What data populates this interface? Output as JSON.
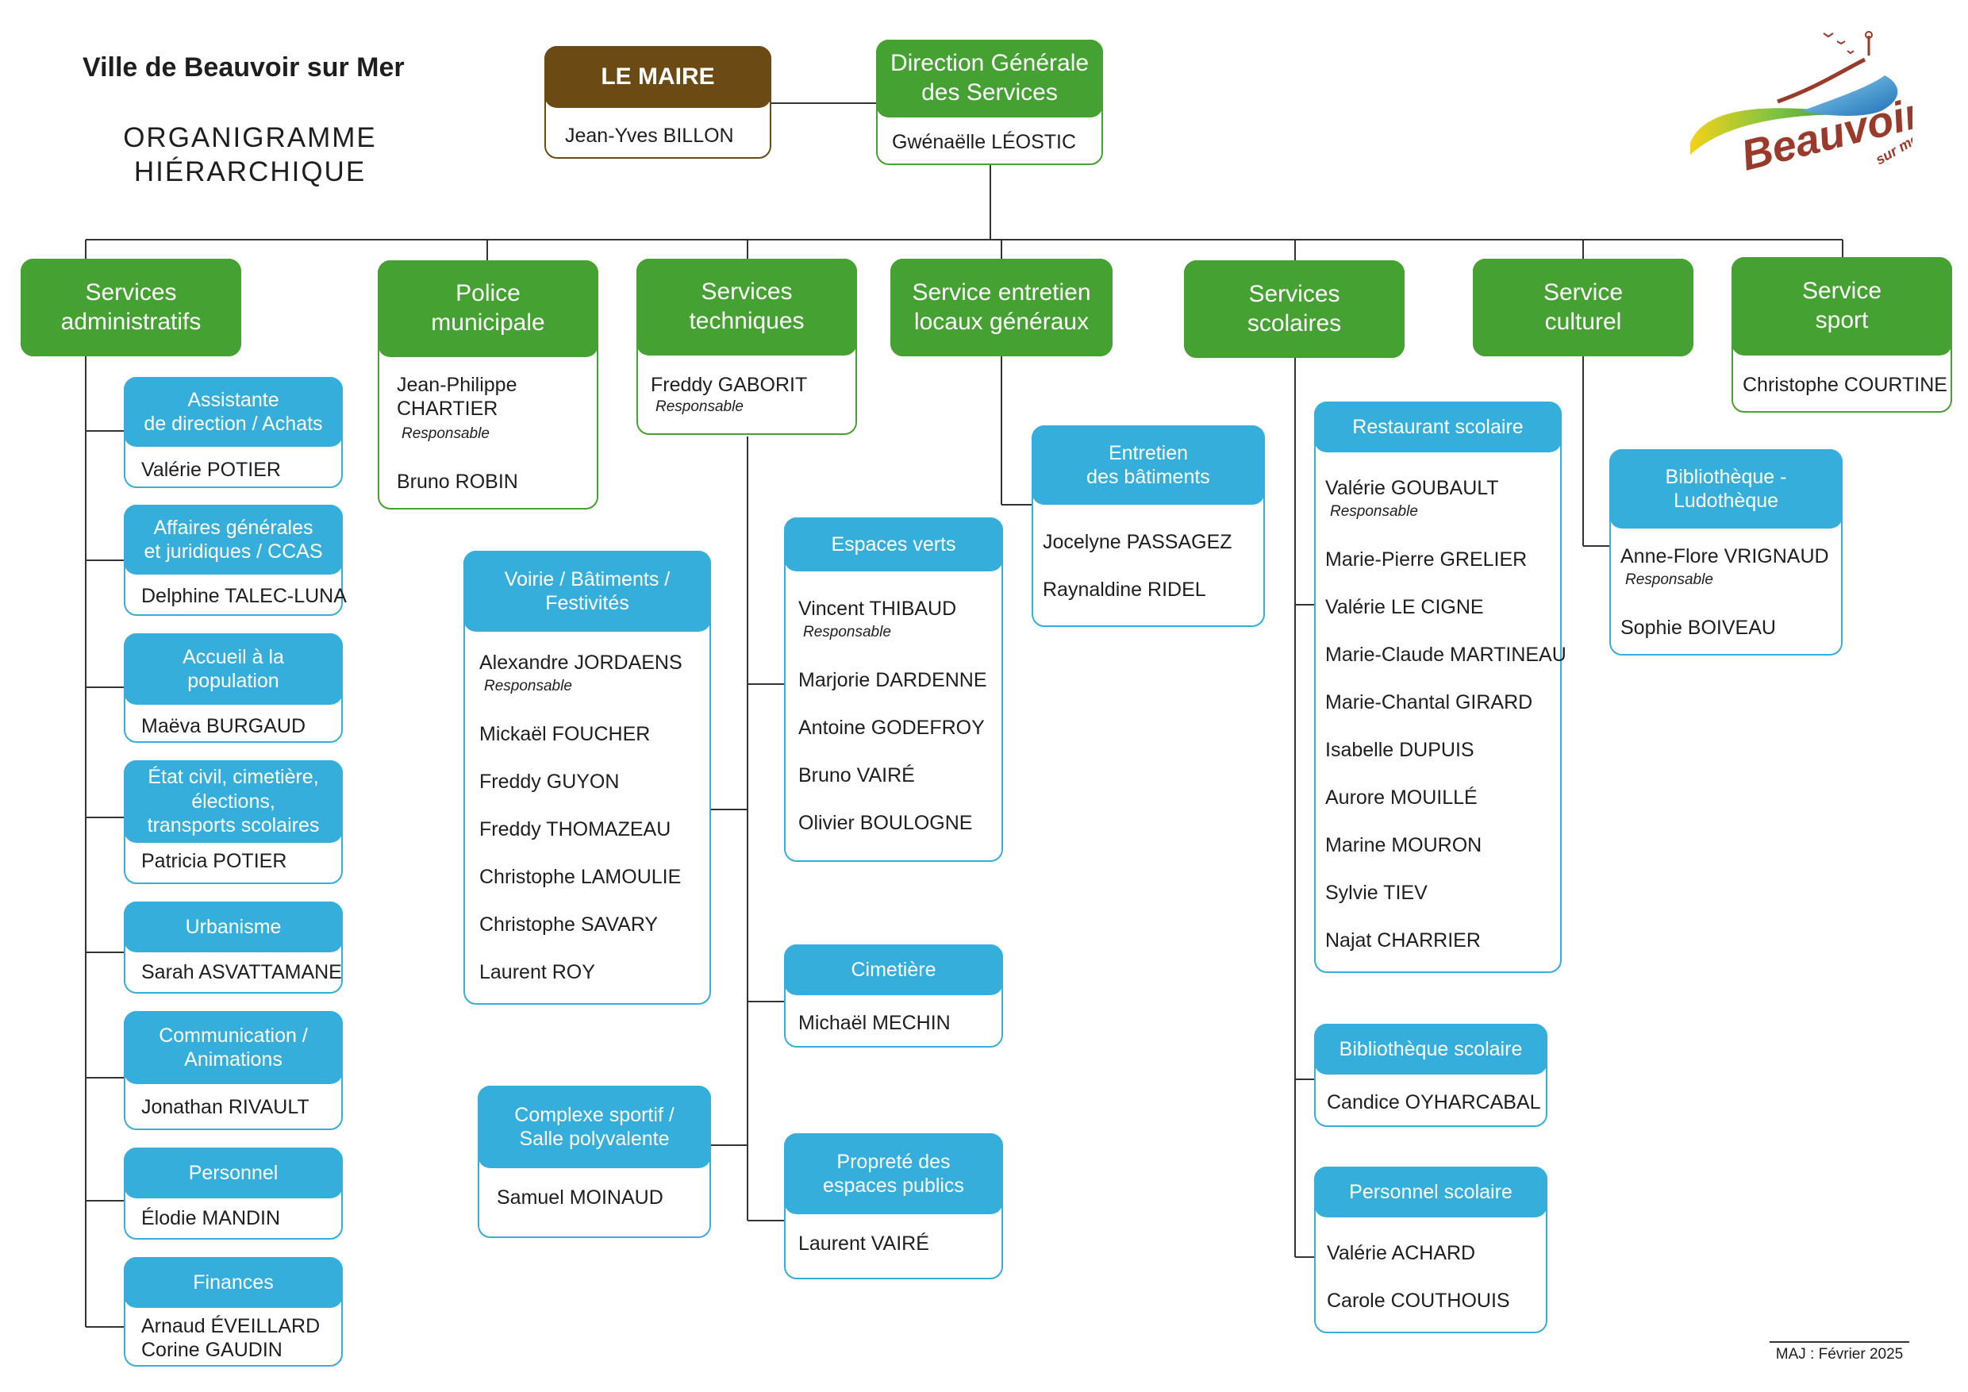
{
  "header": {
    "title": "Ville de Beauvoir sur Mer",
    "subtitle_line1": "ORGANIGRAMME",
    "subtitle_line2": "HIÉRARCHIQUE",
    "logo_text_main": "Beauvoir",
    "logo_text_sub": "sur mer",
    "update": "MAJ : Février 2025"
  },
  "colors": {
    "green": "#45a131",
    "brown": "#6b4a14",
    "blue": "#35aedc",
    "logo_red": "#9a3a2a"
  },
  "top": {
    "maire": {
      "title": "LE MAIRE",
      "name": "Jean-Yves BILLON"
    },
    "dgs": {
      "title_line1": "Direction Générale",
      "title_line2": "des Services",
      "name": "Gwénaëlle LÉOSTIC"
    }
  },
  "services": {
    "admin": {
      "title_line1": "Services",
      "title_line2": "administratifs"
    },
    "police": {
      "title_line1": "Police",
      "title_line2": "municipale",
      "names": [
        "Jean-Philippe",
        "CHARTIER",
        "Bruno ROBIN"
      ],
      "role": "Responsable"
    },
    "tech": {
      "title_line1": "Services",
      "title_line2": "techniques",
      "names": [
        "Freddy GABORIT"
      ],
      "role": "Responsable"
    },
    "entretien": {
      "title_line1": "Service entretien",
      "title_line2": "locaux généraux"
    },
    "scolaires": {
      "title_line1": "Services",
      "title_line2": "scolaires"
    },
    "culturel": {
      "title_line1": "Service",
      "title_line2": "culturel"
    },
    "sport": {
      "title_line1": "Service",
      "title_line2": "sport",
      "names": [
        "Christophe COURTINE"
      ]
    }
  },
  "admin_units": [
    {
      "title_lines": [
        "Assistante",
        "de direction / Achats"
      ],
      "names": [
        "Valérie POTIER"
      ]
    },
    {
      "title_lines": [
        "Affaires générales",
        "et juridiques / CCAS"
      ],
      "names": [
        "Delphine TALEC-LUNA"
      ]
    },
    {
      "title_lines": [
        "Accueil à la",
        "population"
      ],
      "names": [
        "Maëva BURGAUD"
      ]
    },
    {
      "title_lines": [
        "État civil, cimetière,",
        "élections,",
        "transports scolaires"
      ],
      "names": [
        "Patricia POTIER"
      ]
    },
    {
      "title_lines": [
        "Urbanisme"
      ],
      "names": [
        "Sarah ASVATTAMANE"
      ]
    },
    {
      "title_lines": [
        "Communication /",
        "Animations"
      ],
      "names": [
        "Jonathan RIVAULT"
      ]
    },
    {
      "title_lines": [
        "Personnel"
      ],
      "names": [
        "Élodie MANDIN"
      ]
    },
    {
      "title_lines": [
        "Finances"
      ],
      "names": [
        "Arnaud ÉVEILLARD",
        "Corine GAUDIN"
      ]
    }
  ],
  "tech_units": {
    "voirie": {
      "title_lines": [
        "Voirie / Bâtiments /",
        "Festivités"
      ],
      "role": "Responsable",
      "names": [
        "Alexandre JORDAENS",
        "Mickaël FOUCHER",
        "Freddy GUYON",
        "Freddy THOMAZEAU",
        "Christophe LAMOULIE",
        "Christophe SAVARY",
        "Laurent ROY"
      ]
    },
    "complexe": {
      "title_lines": [
        "Complexe sportif /",
        "Salle polyvalente"
      ],
      "names": [
        "Samuel MOINAUD"
      ]
    },
    "espaces": {
      "title_lines": [
        "Espaces verts"
      ],
      "role": "Responsable",
      "names": [
        "Vincent THIBAUD",
        "Marjorie DARDENNE",
        "Antoine GODEFROY",
        "Bruno VAIRÉ",
        "Olivier BOULOGNE"
      ]
    },
    "cimetiere": {
      "title_lines": [
        "Cimetière"
      ],
      "names": [
        "Michaël MECHIN"
      ]
    },
    "proprete": {
      "title_lines": [
        "Propreté des",
        "espaces publics"
      ],
      "names": [
        "Laurent VAIRÉ"
      ]
    }
  },
  "entretien_units": {
    "batiments": {
      "title_lines": [
        "Entretien",
        "des bâtiments"
      ],
      "names": [
        "Jocelyne PASSAGEZ",
        "Raynaldine RIDEL"
      ]
    }
  },
  "scolaire_units": {
    "restaurant": {
      "title_lines": [
        "Restaurant scolaire"
      ],
      "role": "Responsable",
      "names": [
        "Valérie GOUBAULT",
        "Marie-Pierre GRELIER",
        "Valérie LE CIGNE",
        "Marie-Claude MARTINEAU",
        "Marie-Chantal GIRARD",
        "Isabelle DUPUIS",
        "Aurore MOUILLÉ",
        "Marine MOURON",
        "Sylvie TIEV",
        "Najat CHARRIER"
      ]
    },
    "bibliotheque": {
      "title_lines": [
        "Bibliothèque scolaire"
      ],
      "names": [
        "Candice OYHARCABAL"
      ]
    },
    "personnel": {
      "title_lines": [
        "Personnel scolaire"
      ],
      "names": [
        "Valérie ACHARD",
        "Carole COUTHOUIS"
      ]
    }
  },
  "culturel_units": {
    "ludotheque": {
      "title_lines": [
        "Bibliothèque -",
        "Ludothèque"
      ],
      "role": "Responsable",
      "names": [
        "Anne-Flore VRIGNAUD",
        "Sophie BOIVEAU"
      ]
    }
  }
}
